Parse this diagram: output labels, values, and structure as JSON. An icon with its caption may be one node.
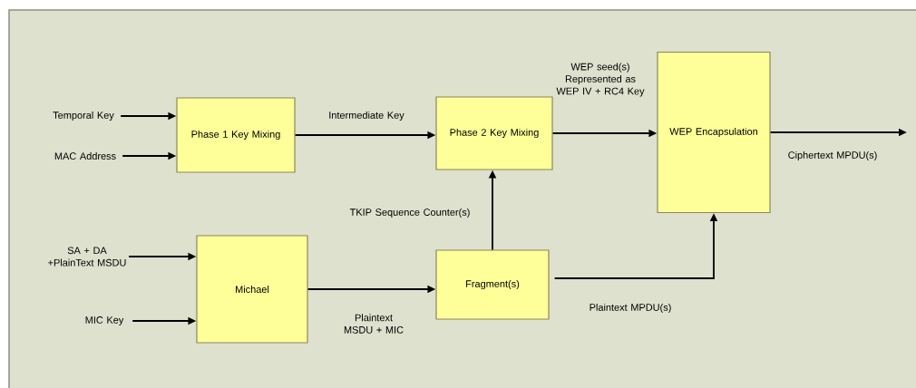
{
  "diagram": {
    "nodes": [
      {
        "text": [
          "Phase 1 Key Mixing"
        ]
      },
      {
        "text": [
          "Phase 2 Key Mixing"
        ]
      },
      {
        "text": [
          "WEP Encapsulation"
        ]
      },
      {
        "text": [
          "Michael"
        ]
      },
      {
        "text": [
          "Fragment(s)"
        ]
      },
      {
        "text": [
          "Temporal Key"
        ]
      },
      {
        "text": [
          "MAC Address"
        ]
      },
      {
        "text": [
          "SA + DA +PlainText MSDU"
        ]
      },
      {
        "text": [
          "MIC Key"
        ]
      }
    ],
    "edges": [
      {
        "from": 5,
        "to": 0,
        "arrow": "to"
      },
      {
        "from": 6,
        "to": 0,
        "arrow": "to"
      },
      {
        "from": 7,
        "to": 3,
        "arrow": "to"
      },
      {
        "from": 8,
        "to": 3,
        "arrow": "to"
      },
      {
        "from": 0,
        "to": 1,
        "arrow": "to",
        "label": "Intermediate Key"
      },
      {
        "from": 3,
        "to": 4,
        "arrow": "to",
        "label": "Plaintext MSDU + MIC"
      },
      {
        "from": 4,
        "to": 1,
        "arrow": "to",
        "label": "TKIP Sequence Counter(s)"
      },
      {
        "from": 1,
        "to": 2,
        "arrow": "to",
        "label": "WEP seed(s) Represented as WEP IV + RC4 Key"
      },
      {
        "from": 4,
        "to": 2,
        "arrow": "to",
        "label": "Plaintext MPDU(s)"
      },
      {
        "from": 2,
        "to": null,
        "arrow": "to",
        "label": "Ciphertext MPDU(s)"
      }
    ]
  }
}
